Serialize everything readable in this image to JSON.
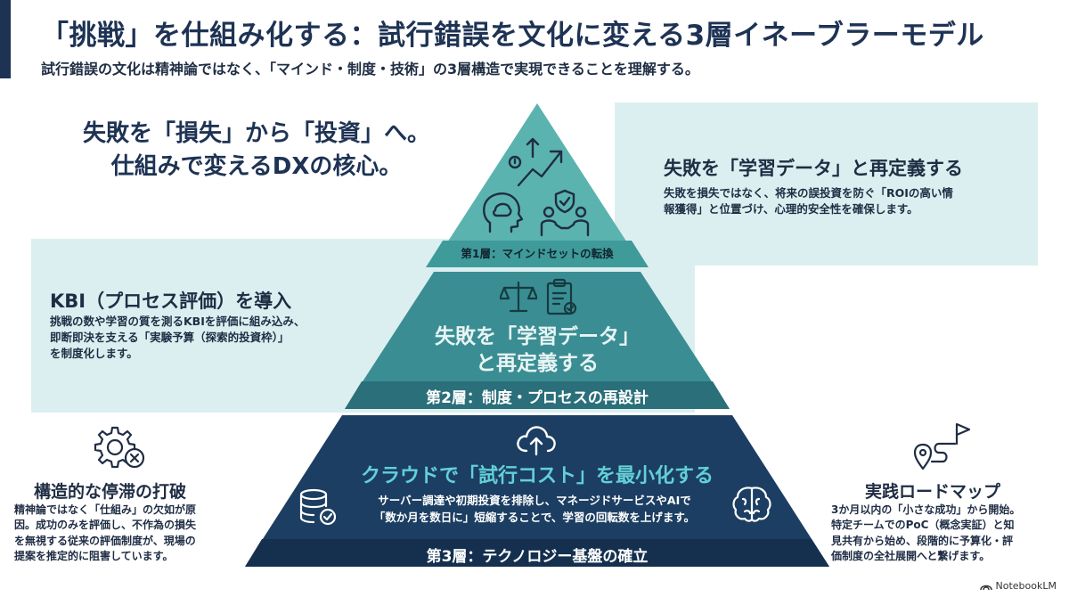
{
  "header": {
    "title": "「挑戦」を仕組み化する：試行錯誤を文化に変える3層イネーブラーモデル",
    "subtitle": "試行錯誤の文化は精神論ではなく、「マインド・制度・技術」の3層構造で実現できることを理解する。"
  },
  "hero": {
    "line1": "失敗を「損失」から「投資」へ。",
    "line2": "仕組みで変えるDXの核心。"
  },
  "tiers": {
    "tier1": {
      "label": "第1層：マインドセットの転換"
    },
    "tier2": {
      "label": "第2層：制度・プロセスの再設計",
      "title_line1": "失敗を「学習データ」",
      "title_line2": "と再定義する"
    },
    "tier3": {
      "label": "第3層：テクノロジー基盤の確立",
      "title": "クラウドで「試行コスト」を最小化する",
      "body_line1": "サーバー調達や初期投資を排除し、マネージドサービスやAIで",
      "body_line2": "「数か月を数日に」短縮することで、学習の回転数を上げます。"
    }
  },
  "callouts": {
    "top_right": {
      "title": "失敗を「学習データ」と再定義する",
      "line1": "失敗を損失ではなく、将来の誤投資を防ぐ「ROIの高い情",
      "line2": "報獲得」と位置づけ、心理的安全性を確保します。"
    },
    "mid_left": {
      "title": "KBI（プロセス評価）を導入",
      "line1": "挑戦の数や学習の質を測るKBIを評価に組み込み、",
      "line2": "即断即決を支える「実験予算（探索的投資枠）」",
      "line3": "を制度化します。"
    },
    "bottom_left": {
      "title": "構造的な停滞の打破",
      "line1": "精神論ではなく「仕組み」の欠如が原",
      "line2": "因。成功のみを評価し、不作為の損失",
      "line3": "を無視する従来の評価制度が、現場の",
      "line4": "提案を推定的に阻害しています。"
    },
    "bottom_right": {
      "title": "実践ロードマップ",
      "line1": "3か月以内の「小さな成功」から開始。",
      "line2": "特定チームでのPoC（概念実証）と知",
      "line3": "見共有から始め、段階的に予算化・評",
      "line4": "価制度の全社展開へと繋げます。"
    }
  },
  "footer": {
    "logo_text": "NotebookLM"
  },
  "colors": {
    "navy": "#1e3354",
    "tier1": "#5bb3b0",
    "tier2": "#3a8e93",
    "tier3": "#1c3e62",
    "band": "#dceff0"
  }
}
